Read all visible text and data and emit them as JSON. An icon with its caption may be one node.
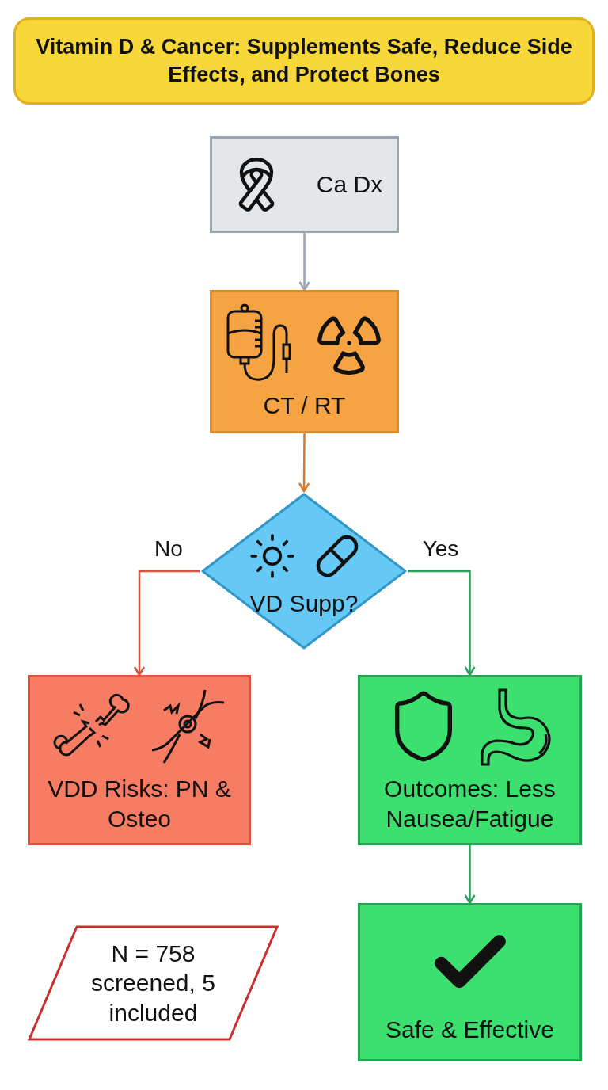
{
  "diagram": {
    "title": "Vitamin D & Cancer: Supplements Safe, Reduce Side Effects, and Protect Bones",
    "nodes": [
      {
        "text": [
          "Ca Dx"
        ]
      },
      {
        "text": [
          "CT / RT"
        ]
      },
      {
        "text": [
          "VD Supp?"
        ]
      },
      {
        "text": [
          "VDD Risks: PN & Osteo"
        ]
      },
      {
        "text": [
          "Outcomes: Less Nausea/Fatigue"
        ]
      },
      {
        "text": [
          "Safe & Effective"
        ]
      },
      {
        "text": [
          "N = 758 screened, 5 included"
        ]
      }
    ],
    "edges": [
      {
        "from": 0,
        "to": 1,
        "arrow": "to",
        "color": "#9aa5b1"
      },
      {
        "from": 1,
        "to": 2,
        "arrow": "to",
        "color": "#d9782a"
      },
      {
        "from": 2,
        "to": 3,
        "arrow": "to",
        "label": "No",
        "color": "#d0543f"
      },
      {
        "from": 2,
        "to": 4,
        "arrow": "to",
        "label": "Yes"
      },
      {
        "from": 4,
        "to": 5,
        "arrow": "to"
      }
    ]
  }
}
